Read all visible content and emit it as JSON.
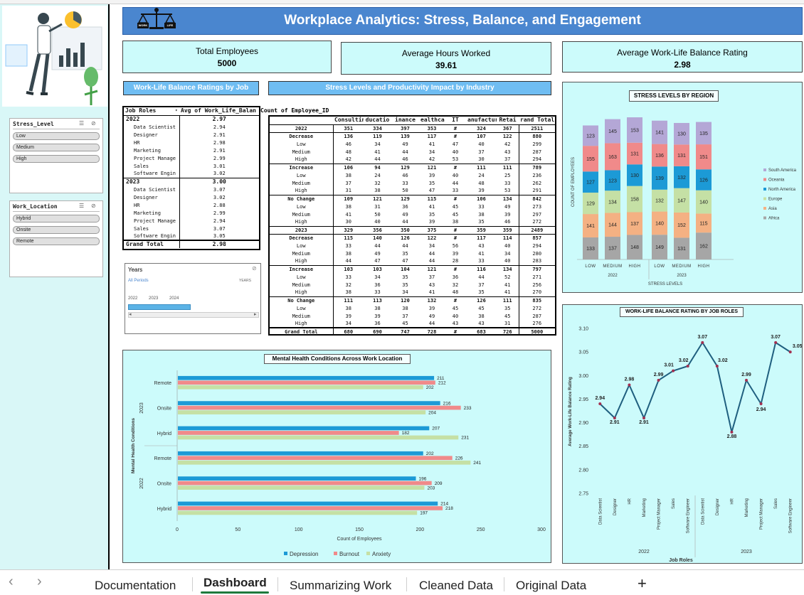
{
  "banner": {
    "title": "Workplace Analytics: Stress, Balance, and Engagement",
    "logo_left": "WORK",
    "logo_right": "LIFE"
  },
  "kpis": {
    "total_employees": {
      "label": "Total Employees",
      "value": "5000"
    },
    "avg_hours": {
      "label": "Average Hours Worked",
      "value": "39.61"
    },
    "avg_wlb": {
      "label": "Average Work-Life Balance Rating",
      "value": "2.98"
    }
  },
  "section_headers": {
    "wlb_by_job": "Work-Life Balance Ratings by Job",
    "stress_by_industry": "Stress Levels and Productivity Impact by Industry"
  },
  "slicers": {
    "stress_level": {
      "title": "Stress_Level",
      "items": [
        "Low",
        "Medium",
        "High"
      ]
    },
    "work_location": {
      "title": "Work_Location",
      "items": [
        "Hybrid",
        "Onsite",
        "Remote"
      ]
    },
    "years": {
      "title": "Years",
      "all_periods": "All Periods",
      "unit": "YEARS",
      "years": [
        "2022",
        "2023",
        "2024"
      ]
    }
  },
  "pivot_wlb": {
    "headers": [
      "Job Roles",
      "Avg of Work_Life_Balan"
    ],
    "rows": [
      {
        "label": "2022",
        "value": "2.97",
        "kind": "year"
      },
      {
        "label": "Data Scientist",
        "value": "2.94",
        "kind": "item"
      },
      {
        "label": "Designer",
        "value": "2.91",
        "kind": "item"
      },
      {
        "label": "HR",
        "value": "2.98",
        "kind": "item"
      },
      {
        "label": "Marketing",
        "value": "2.91",
        "kind": "item"
      },
      {
        "label": "Project Manage",
        "value": "2.99",
        "kind": "item"
      },
      {
        "label": "Sales",
        "value": "3.01",
        "kind": "item"
      },
      {
        "label": "Software Engin",
        "value": "3.02",
        "kind": "item"
      },
      {
        "label": "2023",
        "value": "3.00",
        "kind": "year"
      },
      {
        "label": "Data Scientist",
        "value": "3.07",
        "kind": "item"
      },
      {
        "label": "Designer",
        "value": "3.02",
        "kind": "item"
      },
      {
        "label": "HR",
        "value": "2.88",
        "kind": "item"
      },
      {
        "label": "Marketing",
        "value": "2.99",
        "kind": "item"
      },
      {
        "label": "Project Manage",
        "value": "2.94",
        "kind": "item"
      },
      {
        "label": "Sales",
        "value": "3.07",
        "kind": "item"
      },
      {
        "label": "Software Engin",
        "value": "3.05",
        "kind": "item"
      },
      {
        "label": "Grand Total",
        "value": "2.98",
        "kind": "total"
      }
    ]
  },
  "pivot_industry": {
    "top_label": "Count of Employee_ID",
    "headers": [
      "",
      "Consultin",
      "ducatio",
      "inance",
      "ealthcar",
      "IT",
      "anufacturi",
      "Retai",
      "rand Total"
    ],
    "rows": [
      {
        "cells": [
          "2022",
          "351",
          "334",
          "397",
          "353",
          "#",
          "324",
          "367",
          "2511"
        ],
        "kind": "year"
      },
      {
        "cells": [
          "Decrease",
          "136",
          "119",
          "139",
          "117",
          "#",
          "107",
          "122",
          "880"
        ],
        "kind": "group"
      },
      {
        "cells": [
          "Low",
          "46",
          "34",
          "49",
          "41",
          "47",
          "40",
          "42",
          "299"
        ],
        "kind": "item"
      },
      {
        "cells": [
          "Medium",
          "48",
          "41",
          "44",
          "34",
          "40",
          "37",
          "43",
          "287"
        ],
        "kind": "item"
      },
      {
        "cells": [
          "High",
          "42",
          "44",
          "46",
          "42",
          "53",
          "30",
          "37",
          "294"
        ],
        "kind": "item"
      },
      {
        "cells": [
          "Increase",
          "106",
          "94",
          "129",
          "121",
          "#",
          "111",
          "111",
          "789"
        ],
        "kind": "group"
      },
      {
        "cells": [
          "Low",
          "38",
          "24",
          "46",
          "39",
          "40",
          "24",
          "25",
          "236"
        ],
        "kind": "item"
      },
      {
        "cells": [
          "Medium",
          "37",
          "32",
          "33",
          "35",
          "44",
          "48",
          "33",
          "262"
        ],
        "kind": "item"
      },
      {
        "cells": [
          "High",
          "31",
          "38",
          "50",
          "47",
          "33",
          "39",
          "53",
          "291"
        ],
        "kind": "item"
      },
      {
        "cells": [
          "No Change",
          "109",
          "121",
          "129",
          "115",
          "#",
          "106",
          "134",
          "842"
        ],
        "kind": "group"
      },
      {
        "cells": [
          "Low",
          "38",
          "31",
          "36",
          "41",
          "45",
          "33",
          "49",
          "273"
        ],
        "kind": "item"
      },
      {
        "cells": [
          "Medium",
          "41",
          "50",
          "49",
          "35",
          "45",
          "38",
          "39",
          "297"
        ],
        "kind": "item"
      },
      {
        "cells": [
          "High",
          "30",
          "40",
          "44",
          "39",
          "38",
          "35",
          "46",
          "272"
        ],
        "kind": "item"
      },
      {
        "cells": [
          "2023",
          "329",
          "356",
          "350",
          "375",
          "#",
          "359",
          "359",
          "2489"
        ],
        "kind": "year"
      },
      {
        "cells": [
          "Decrease",
          "115",
          "140",
          "126",
          "122",
          "#",
          "117",
          "114",
          "857"
        ],
        "kind": "group"
      },
      {
        "cells": [
          "Low",
          "33",
          "44",
          "44",
          "34",
          "56",
          "43",
          "40",
          "294"
        ],
        "kind": "item"
      },
      {
        "cells": [
          "Medium",
          "38",
          "49",
          "35",
          "44",
          "39",
          "41",
          "34",
          "280"
        ],
        "kind": "item"
      },
      {
        "cells": [
          "High",
          "44",
          "47",
          "47",
          "44",
          "28",
          "33",
          "40",
          "283"
        ],
        "kind": "item"
      },
      {
        "cells": [
          "Increase",
          "103",
          "103",
          "104",
          "121",
          "#",
          "116",
          "134",
          "797"
        ],
        "kind": "group"
      },
      {
        "cells": [
          "Low",
          "33",
          "34",
          "35",
          "37",
          "36",
          "44",
          "52",
          "271"
        ],
        "kind": "item"
      },
      {
        "cells": [
          "Medium",
          "32",
          "36",
          "35",
          "43",
          "32",
          "37",
          "41",
          "256"
        ],
        "kind": "item"
      },
      {
        "cells": [
          "High",
          "38",
          "33",
          "34",
          "41",
          "48",
          "35",
          "41",
          "270"
        ],
        "kind": "item"
      },
      {
        "cells": [
          "No Change",
          "111",
          "113",
          "120",
          "132",
          "#",
          "126",
          "111",
          "835"
        ],
        "kind": "group"
      },
      {
        "cells": [
          "Low",
          "38",
          "38",
          "38",
          "39",
          "45",
          "45",
          "35",
          "272"
        ],
        "kind": "item"
      },
      {
        "cells": [
          "Medium",
          "39",
          "39",
          "37",
          "49",
          "40",
          "38",
          "45",
          "287"
        ],
        "kind": "item"
      },
      {
        "cells": [
          "High",
          "34",
          "36",
          "45",
          "44",
          "43",
          "43",
          "31",
          "276"
        ],
        "kind": "item"
      },
      {
        "cells": [
          "Grand Total",
          "680",
          "690",
          "747",
          "728",
          "#",
          "683",
          "726",
          "5000"
        ],
        "kind": "total"
      }
    ]
  },
  "chart_data": [
    {
      "id": "stress_region",
      "type": "bar",
      "stacked": true,
      "title": "STRESS LEVELS BY REGION",
      "xlabel": "STRESS LEVELS",
      "ylabel": "COUNT OF EMPLOYEES",
      "categories": [
        "LOW",
        "MEDIUM",
        "HIGH",
        "LOW",
        "MEDIUM",
        "HIGH"
      ],
      "groups": [
        {
          "label": "2022",
          "span": [
            0,
            2
          ]
        },
        {
          "label": "2023",
          "span": [
            3,
            5
          ]
        }
      ],
      "series": [
        {
          "name": "Africa",
          "color": "#a6a6a6",
          "values": [
            133,
            137,
            148,
            149,
            131,
            162
          ]
        },
        {
          "name": "Asia",
          "color": "#f4b183",
          "values": [
            141,
            144,
            137,
            140,
            152,
            115
          ]
        },
        {
          "name": "Europe",
          "color": "#c5e0a5",
          "values": [
            129,
            134,
            158,
            132,
            147,
            140
          ]
        },
        {
          "name": "North America",
          "color": "#1c9ad6",
          "values": [
            127,
            123,
            130,
            139,
            132,
            126
          ]
        },
        {
          "name": "Oceania",
          "color": "#f08a8a",
          "values": [
            155,
            163,
            131,
            136,
            131,
            151
          ]
        },
        {
          "name": "South America",
          "color": "#b4a7d6",
          "values": [
            123,
            145,
            153,
            141,
            130,
            135
          ]
        }
      ],
      "legend": "right"
    },
    {
      "id": "wlb_line",
      "type": "line",
      "title": "WORK-LIFE BALANCE RATING BY JOB ROLES",
      "xlabel": "Job Roles",
      "ylabel": "Average Work-Life Balance Rating",
      "categories": [
        "Data Scientist",
        "Designer",
        "HR",
        "Marketing",
        "Project Manager",
        "Sales",
        "Software Engineer",
        "Data Scientist",
        "Designer",
        "HR",
        "Marketing",
        "Project Manager",
        "Sales",
        "Software Engineer"
      ],
      "groups": [
        {
          "label": "2022",
          "span": [
            0,
            6
          ]
        },
        {
          "label": "2023",
          "span": [
            7,
            13
          ]
        }
      ],
      "values": [
        2.94,
        2.91,
        2.98,
        2.91,
        2.99,
        3.01,
        3.02,
        3.07,
        3.02,
        2.88,
        2.99,
        2.94,
        3.07,
        3.05
      ],
      "ylim": [
        2.75,
        3.1
      ],
      "yticks": [
        "2.75",
        "2.80",
        "2.85",
        "2.90",
        "2.95",
        "3.00",
        "3.05",
        "3.10"
      ],
      "color": "#1f5f7f",
      "marker_color": "#a33050"
    },
    {
      "id": "mental_health",
      "type": "bar",
      "orientation": "horizontal",
      "title": "Mental Health Conditions Across Work Location",
      "xlabel": "Count of Employees",
      "ylabel": "Mental Health Conditions",
      "xlim": [
        0,
        300
      ],
      "xticks": [
        "0",
        "50",
        "100",
        "150",
        "200",
        "250",
        "300"
      ],
      "categories": [
        "Remote",
        "Onsite",
        "Hybrid",
        "Remote",
        "Onsite",
        "Hybrid"
      ],
      "groups": [
        {
          "label": "2023",
          "span": [
            0,
            2
          ]
        },
        {
          "label": "2022",
          "span": [
            3,
            5
          ]
        }
      ],
      "series": [
        {
          "name": "Depression",
          "color": "#1c9ad6",
          "values": [
            211,
            216,
            207,
            202,
            196,
            214
          ]
        },
        {
          "name": "Burnout",
          "color": "#f08a8a",
          "values": [
            212,
            233,
            182,
            226,
            209,
            218
          ]
        },
        {
          "name": "Anxiety",
          "color": "#c5e0a5",
          "values": [
            202,
            204,
            231,
            241,
            203,
            197
          ]
        }
      ],
      "legend": "bottom"
    }
  ],
  "tabs": {
    "items": [
      "Documentation",
      "Dashboard",
      "Summarizing Work",
      "Cleaned Data",
      "Original Data"
    ],
    "active": "Dashboard",
    "add": "+",
    "prev": "‹",
    "next": "›"
  }
}
